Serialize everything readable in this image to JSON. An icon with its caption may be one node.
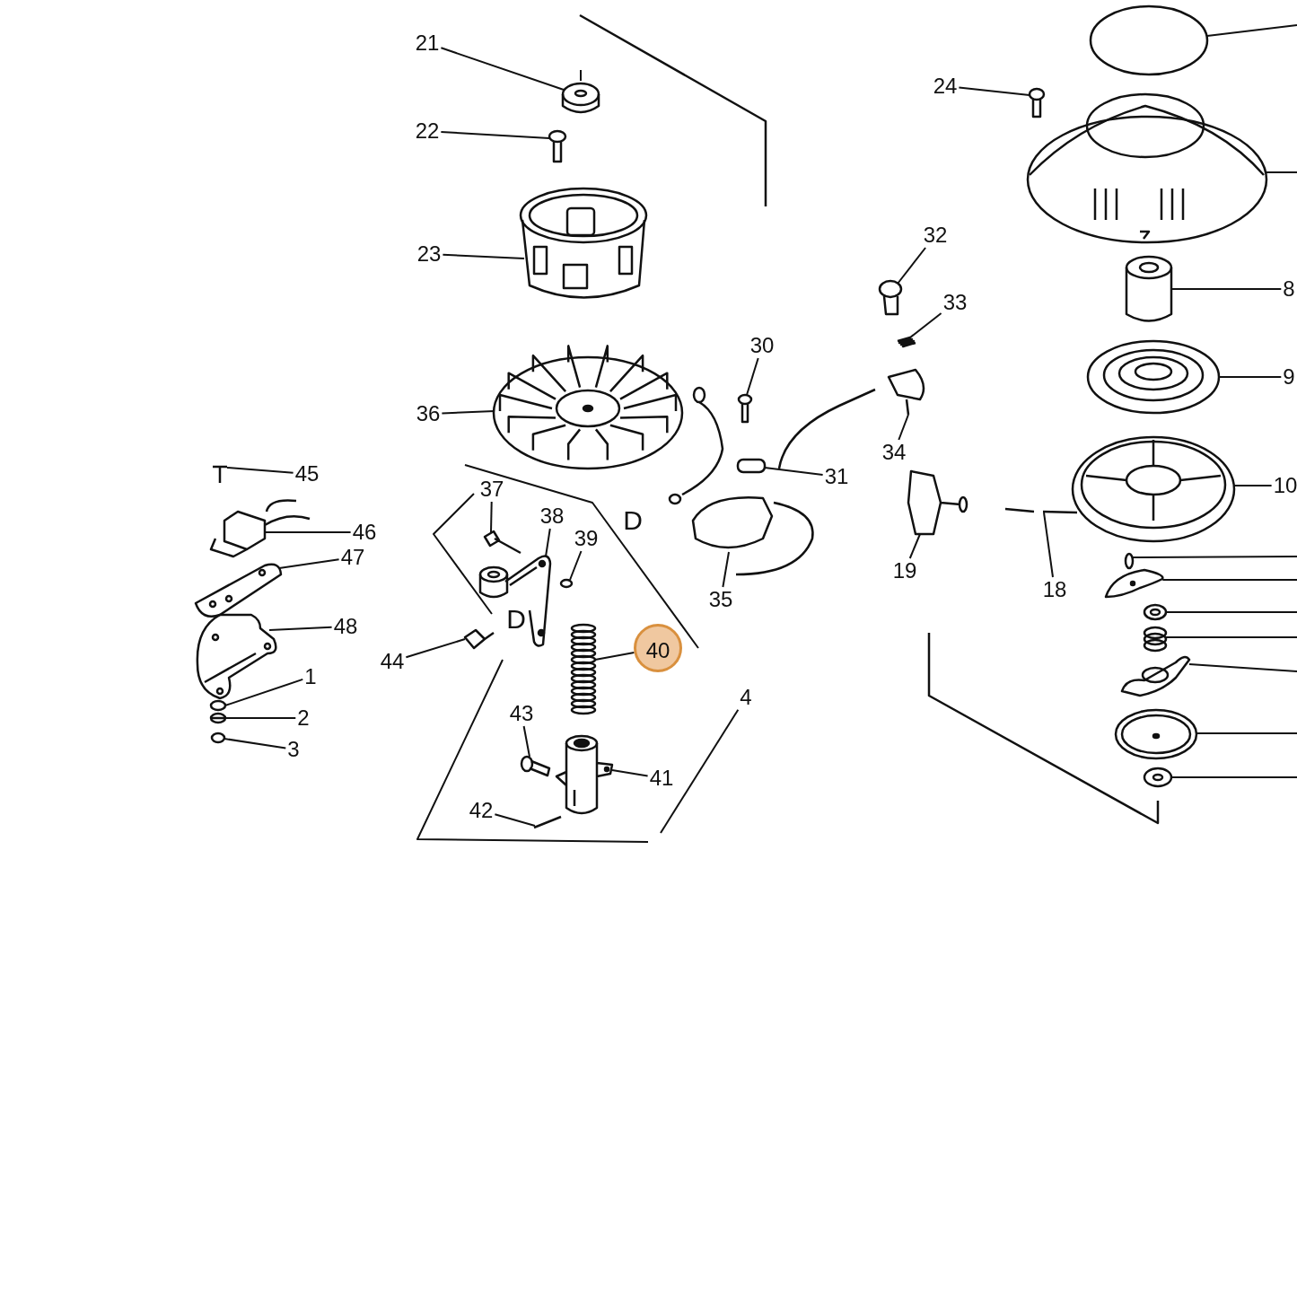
{
  "diagram": {
    "nodes": [
      {
        "text": [
          "21"
        ]
      },
      {
        "text": [
          "24"
        ]
      },
      {
        "text": [
          "22"
        ]
      },
      {
        "text": [
          "32"
        ]
      },
      {
        "text": [
          "23"
        ]
      },
      {
        "text": [
          "8"
        ]
      },
      {
        "text": [
          "33"
        ]
      },
      {
        "text": [
          "30"
        ]
      },
      {
        "text": [
          "9"
        ]
      },
      {
        "text": [
          "36"
        ]
      },
      {
        "text": [
          "34"
        ]
      },
      {
        "text": [
          "45"
        ]
      },
      {
        "text": [
          "31"
        ]
      },
      {
        "text": [
          "10"
        ]
      },
      {
        "text": [
          "37"
        ]
      },
      {
        "text": [
          "38"
        ]
      },
      {
        "text": [
          "46"
        ]
      },
      {
        "text": [
          "39"
        ]
      },
      {
        "text": [
          "47"
        ]
      },
      {
        "text": [
          "19"
        ]
      },
      {
        "text": [
          "18"
        ]
      },
      {
        "text": [
          "35"
        ]
      },
      {
        "text": [
          "48"
        ]
      },
      {
        "text": [
          "40"
        ]
      },
      {
        "text": [
          "44"
        ]
      },
      {
        "text": [
          "1"
        ]
      },
      {
        "text": [
          "4"
        ]
      },
      {
        "text": [
          "43"
        ]
      },
      {
        "text": [
          "2"
        ]
      },
      {
        "text": [
          "3"
        ]
      },
      {
        "text": [
          "41"
        ]
      },
      {
        "text": [
          "42"
        ]
      },
      {
        "text": [],
        "shape": "picture"
      },
      {
        "text": [],
        "shape": "picture"
      },
      {
        "text": [],
        "shape": "picture"
      },
      {
        "text": [],
        "shape": "circle"
      },
      {
        "text": [],
        "shape": "picture"
      },
      {
        "text": [],
        "shape": "picture"
      },
      {
        "text": [],
        "shape": "picture"
      },
      {
        "text": [],
        "shape": "picture"
      },
      {
        "text": [],
        "shape": "picture"
      },
      {
        "text": [],
        "shape": "picture"
      },
      {
        "text": [],
        "shape": "picture"
      },
      {
        "text": [],
        "shape": "picture"
      },
      {
        "text": [],
        "shape": "picture"
      },
      {
        "text": [],
        "shape": "picture"
      },
      {
        "text": [],
        "shape": "box"
      },
      {
        "text": [],
        "shape": "picture"
      },
      {
        "text": [],
        "shape": "picture"
      },
      {
        "text": [],
        "shape": "picture"
      },
      {
        "text": [],
        "shape": "picture"
      },
      {
        "text": [],
        "shape": "circle"
      },
      {
        "text": [],
        "shape": "picture"
      },
      {
        "text": [],
        "shape": "picture"
      },
      {
        "text": [],
        "shape": "picture"
      },
      {
        "text": [],
        "shape": "picture"
      },
      {
        "text": [],
        "shape": "picture"
      },
      {
        "text": [],
        "shape": "picture"
      },
      {
        "text": [],
        "shape": "picture"
      },
      {
        "text": [],
        "shape": "circle"
      },
      {
        "text": [],
        "shape": "picture"
      },
      {
        "text": [],
        "shape": "picture"
      },
      {
        "text": [],
        "shape": "circle"
      },
      {
        "text": [],
        "shape": "picture"
      },
      {
        "text": [],
        "shape": "picture"
      },
      {
        "text": [],
        "shape": "circle"
      },
      {
        "text": [],
        "shape": "picture"
      },
      {
        "text": [],
        "shape": "picture"
      },
      {
        "text": [],
        "shape": "picture"
      },
      {
        "text": [],
        "shape": "picture"
      },
      {
        "text": [],
        "shape": "picture"
      },
      {
        "text": [],
        "shape": "picture"
      }
    ],
    "edges": [
      {
        "from": 0,
        "to": 32,
        "arrow": "none"
      },
      {
        "from": 1,
        "to": 36,
        "arrow": "none"
      },
      {
        "from": 2,
        "to": 33,
        "arrow": "none"
      },
      {
        "from": 3,
        "to": 38,
        "arrow": "none"
      },
      {
        "from": 4,
        "to": 34,
        "arrow": "none"
      },
      {
        "from": 5,
        "to": 40,
        "arrow": "none"
      },
      {
        "from": 6,
        "to": 39,
        "arrow": "none"
      },
      {
        "from": 7,
        "to": 41,
        "arrow": "none"
      },
      {
        "from": 8,
        "to": 42,
        "arrow": "none"
      },
      {
        "from": 9,
        "to": 43,
        "arrow": "none"
      },
      {
        "from": 10,
        "to": 44,
        "arrow": "none"
      },
      {
        "from": 11,
        "to": 45,
        "arrow": "none"
      },
      {
        "from": 12,
        "to": 46,
        "arrow": "none"
      },
      {
        "from": 13,
        "to": 47,
        "arrow": "none"
      },
      {
        "from": 14,
        "to": 48,
        "arrow": "none"
      },
      {
        "from": 15,
        "to": 49,
        "arrow": "none"
      },
      {
        "from": 16,
        "to": 50,
        "arrow": "none"
      },
      {
        "from": 17,
        "to": 51,
        "arrow": "none"
      },
      {
        "from": 18,
        "to": 52,
        "arrow": "none"
      },
      {
        "from": 19,
        "to": 53,
        "arrow": "none"
      },
      {
        "from": 20,
        "to": 54,
        "arrow": "none"
      },
      {
        "from": 21,
        "to": 55,
        "arrow": "none"
      },
      {
        "from": 22,
        "to": 56,
        "arrow": "none"
      },
      {
        "from": 23,
        "to": 57,
        "arrow": "none"
      },
      {
        "from": 24,
        "to": 58,
        "arrow": "none"
      },
      {
        "from": 25,
        "to": 59,
        "arrow": "none"
      },
      {
        "from": 26,
        "to": null,
        "arrow": "none"
      },
      {
        "from": 27,
        "to": 60,
        "arrow": "none"
      },
      {
        "from": 28,
        "to": 61,
        "arrow": "none"
      },
      {
        "from": 29,
        "to": 62,
        "arrow": "none"
      },
      {
        "from": 30,
        "to": 63,
        "arrow": "none"
      },
      {
        "from": 31,
        "to": 64,
        "arrow": "none"
      },
      {
        "from": 35,
        "to": null,
        "arrow": "none"
      },
      {
        "from": 37,
        "to": null,
        "arrow": "none"
      },
      {
        "from": 65,
        "to": null,
        "arrow": "none"
      },
      {
        "from": 66,
        "to": null,
        "arrow": "none"
      },
      {
        "from": 67,
        "to": null,
        "arrow": "none"
      },
      {
        "from": 68,
        "to": null,
        "arrow": "none"
      },
      {
        "from": 69,
        "to": null,
        "arrow": "none"
      },
      {
        "from": 70,
        "to": null,
        "arrow": "none"
      },
      {
        "from": 71,
        "to": null,
        "arrow": "none"
      }
    ],
    "labels": [
      "D",
      "D"
    ]
  }
}
